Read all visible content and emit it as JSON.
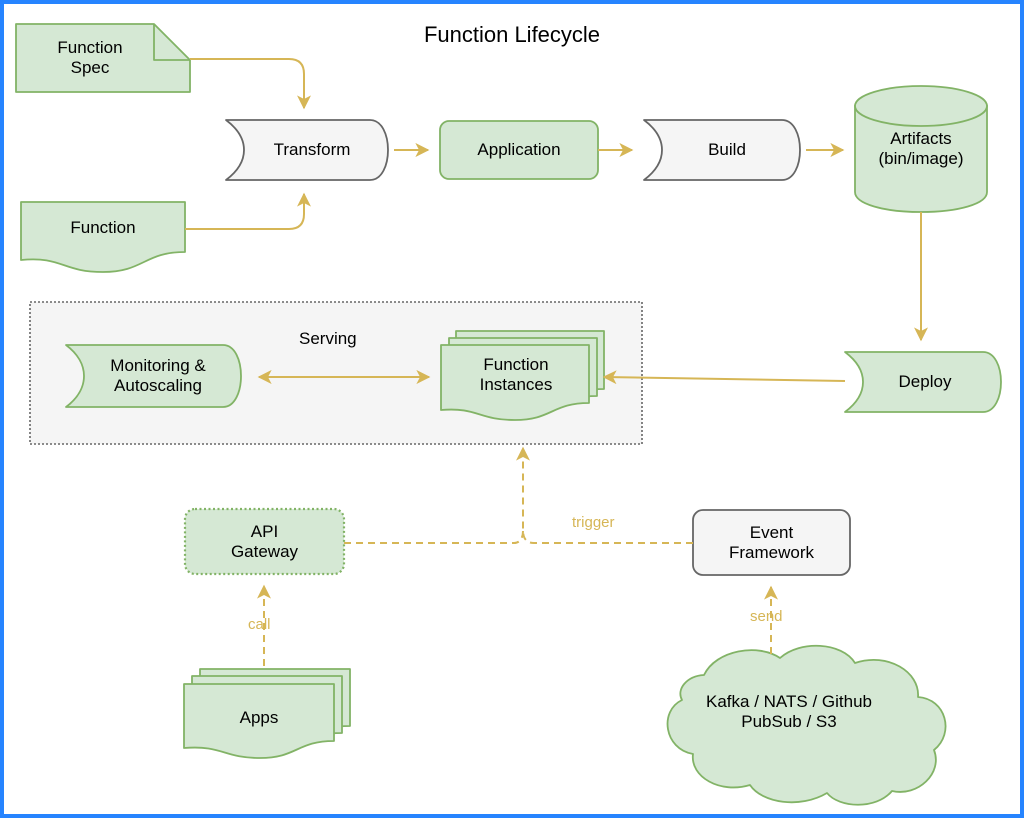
{
  "diagram": {
    "title": "Function Lifecycle",
    "border_color": "#2684ff",
    "colors": {
      "green_fill": "#d5e8d4",
      "green_stroke": "#82b366",
      "gray_fill": "#f5f5f5",
      "gray_stroke": "#666666",
      "arrow_color": "#d6b656",
      "label_color": "#d6b656",
      "group_fill": "#f5f5f5",
      "group_stroke": "#666666",
      "text_color": "#000000"
    },
    "groups": [
      {
        "id": "serving",
        "label": "Serving",
        "style": "dotted-rect",
        "fill": "#f5f5f5",
        "stroke": "#666666"
      }
    ],
    "nodes": [
      {
        "id": "function-spec",
        "label": "Function\nSpec",
        "shape": "note",
        "fill": "#d5e8d4",
        "stroke": "#82b366"
      },
      {
        "id": "function",
        "label": "Function",
        "shape": "document",
        "fill": "#d5e8d4",
        "stroke": "#82b366"
      },
      {
        "id": "transform",
        "label": "Transform",
        "shape": "tape",
        "fill": "#f5f5f5",
        "stroke": "#666666"
      },
      {
        "id": "application",
        "label": "Application",
        "shape": "rounded-rect",
        "fill": "#d5e8d4",
        "stroke": "#82b366"
      },
      {
        "id": "build",
        "label": "Build",
        "shape": "tape",
        "fill": "#f5f5f5",
        "stroke": "#666666"
      },
      {
        "id": "artifacts",
        "label": "Artifacts\n(bin/image)",
        "shape": "cylinder",
        "fill": "#d5e8d4",
        "stroke": "#82b366"
      },
      {
        "id": "deploy",
        "label": "Deploy",
        "shape": "tape",
        "fill": "#d5e8d4",
        "stroke": "#82b366"
      },
      {
        "id": "monitoring",
        "label": "Monitoring &\nAutoscaling",
        "shape": "tape",
        "fill": "#d5e8d4",
        "stroke": "#82b366"
      },
      {
        "id": "function-instances",
        "label": "Function\nInstances",
        "shape": "stacked-document",
        "fill": "#d5e8d4",
        "stroke": "#82b366"
      },
      {
        "id": "api-gateway",
        "label": "API\nGateway",
        "shape": "dotted-rounded-rect",
        "fill": "#d5e8d4",
        "stroke": "#82b366"
      },
      {
        "id": "event-framework",
        "label": "Event\nFramework",
        "shape": "rounded-rect",
        "fill": "#f5f5f5",
        "stroke": "#666666"
      },
      {
        "id": "apps",
        "label": "Apps",
        "shape": "stacked-document",
        "fill": "#d5e8d4",
        "stroke": "#82b366"
      },
      {
        "id": "event-sources",
        "label": "Kafka / NATS / Github\nPubSub / S3",
        "shape": "cloud",
        "fill": "#d5e8d4",
        "stroke": "#82b366"
      }
    ],
    "edges": [
      {
        "from": "function-spec",
        "to": "transform",
        "label": "",
        "style": "solid"
      },
      {
        "from": "function",
        "to": "transform",
        "label": "",
        "style": "solid"
      },
      {
        "from": "transform",
        "to": "application",
        "label": "",
        "style": "solid"
      },
      {
        "from": "application",
        "to": "build",
        "label": "",
        "style": "solid"
      },
      {
        "from": "build",
        "to": "artifacts",
        "label": "",
        "style": "solid"
      },
      {
        "from": "artifacts",
        "to": "deploy",
        "label": "",
        "style": "solid"
      },
      {
        "from": "deploy",
        "to": "function-instances",
        "label": "",
        "style": "solid"
      },
      {
        "from": "function-instances",
        "to": "monitoring",
        "label": "",
        "style": "solid"
      },
      {
        "from": "monitoring",
        "to": "function-instances",
        "label": "",
        "style": "solid"
      },
      {
        "from": "event-framework",
        "to": "function-instances",
        "label": "trigger",
        "style": "dashed"
      },
      {
        "from": "api-gateway",
        "to": "function-instances",
        "label": "",
        "style": "dashed"
      },
      {
        "from": "apps",
        "to": "api-gateway",
        "label": "call",
        "style": "dashed"
      },
      {
        "from": "event-sources",
        "to": "event-framework",
        "label": "send",
        "style": "dashed"
      }
    ],
    "edge_labels": {
      "trigger": "trigger",
      "call": "call",
      "send": "send"
    }
  }
}
